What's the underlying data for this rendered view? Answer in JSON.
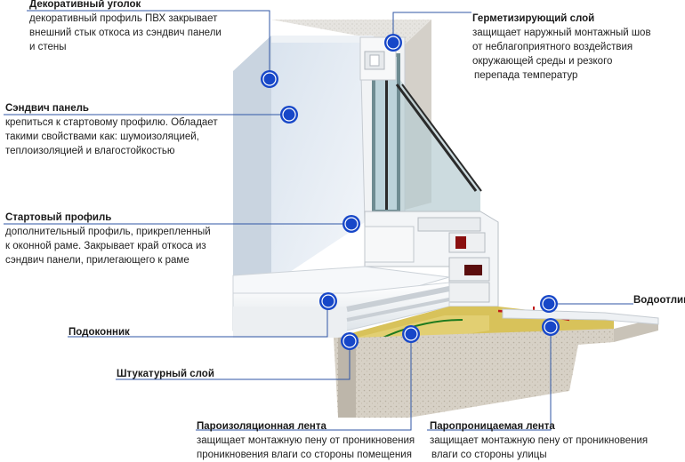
{
  "callouts": {
    "decor_corner": {
      "title": "Декоративный уголок",
      "lines": [
        "декоративный профиль ПВХ закрывает",
        "внешний стык откоса из сэндвич панели",
        "и стены"
      ]
    },
    "sealing_layer": {
      "title": "Герметизирующий слой",
      "lines": [
        "защищает наружный монтажный шов",
        "от неблагоприятного воздействия",
        "окружающей среды и резкого",
        "перепада температур"
      ]
    },
    "sandwich_panel": {
      "title": "Сэндвич панель",
      "lines": [
        "крепиться к стартовому профилю. Обладает",
        "такими свойствами как: шумоизоляцией,",
        "теплоизоляцией и влагостойкостью"
      ]
    },
    "start_profile": {
      "title": "Стартовый профиль",
      "lines": [
        "дополнительный профиль, прикрепленный",
        "к оконной раме. Закрывает край откоса из",
        "сэндвич панели, прилегающего к раме"
      ]
    },
    "drip": {
      "title": "Водоотлив"
    },
    "sill": {
      "title": "Подоконник"
    },
    "plaster": {
      "title": "Штукатурный слой"
    },
    "vapor_barrier": {
      "title": "Пароизоляционная лента",
      "lines": [
        "защищает монтажную пену от проникновения",
        "проникновения влаги со стороны помещения"
      ]
    },
    "vapor_permeable": {
      "title": "Паропроницаемая лента",
      "lines": [
        "защищает монтажную пену от проникновения",
        "влаги со стороны улицы"
      ]
    }
  },
  "colors": {
    "marker": "#1747c8",
    "leader": "#2f56a6",
    "slope_panel": "#e3ebf3",
    "concrete": "#d9d3c8",
    "foam": "#d8c25a",
    "frame": "#f4f6f8",
    "glass": "#bcd3da",
    "red_tape": "#c01818"
  }
}
